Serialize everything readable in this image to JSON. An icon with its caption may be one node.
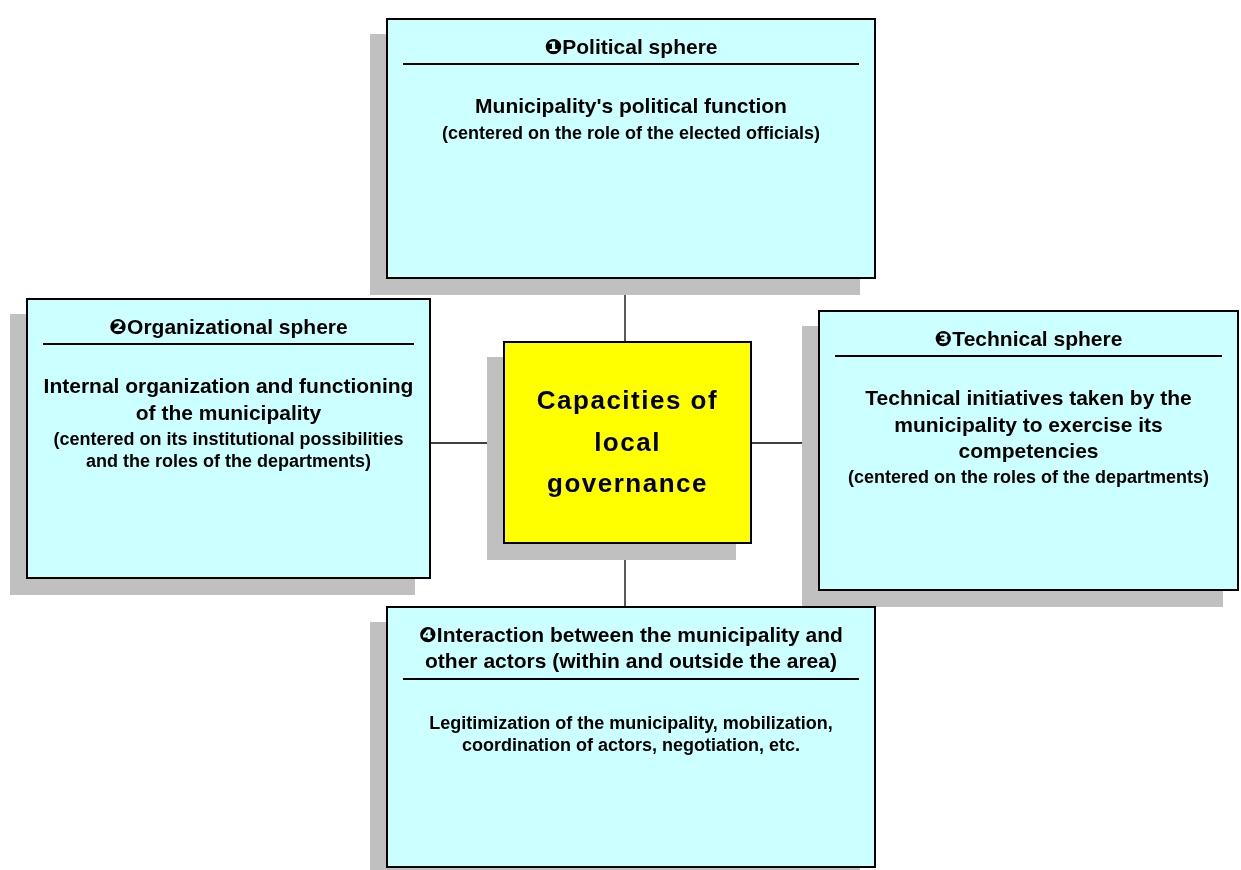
{
  "diagram": {
    "nodes": [
      {
        "text": [
          "❶Political sphere",
          "Municipality's political function",
          "(centered on the role of the elected officials)"
        ]
      },
      {
        "text": [
          "❷Organizational sphere",
          "Internal organization and functioning of the municipality",
          "(centered on its institutional possibilities and the roles of the departments)"
        ]
      },
      {
        "text": [
          "Capacities of local governance"
        ]
      },
      {
        "text": [
          "❸Technical sphere",
          "Technical initiatives taken by the municipality to exercise its competencies",
          "(centered on the roles of the departments)"
        ]
      },
      {
        "text": [
          "❹Interaction between the municipality and other actors (within and outside the area)",
          "Legitimization of the municipality, mobilization, coordination of actors, negotiation, etc."
        ]
      }
    ],
    "edges": [
      {
        "from": 0,
        "to": 2,
        "arrow": "none"
      },
      {
        "from": 1,
        "to": 2,
        "arrow": "none"
      },
      {
        "from": 2,
        "to": 3,
        "arrow": "none"
      },
      {
        "from": 2,
        "to": 4,
        "arrow": "none"
      }
    ]
  }
}
